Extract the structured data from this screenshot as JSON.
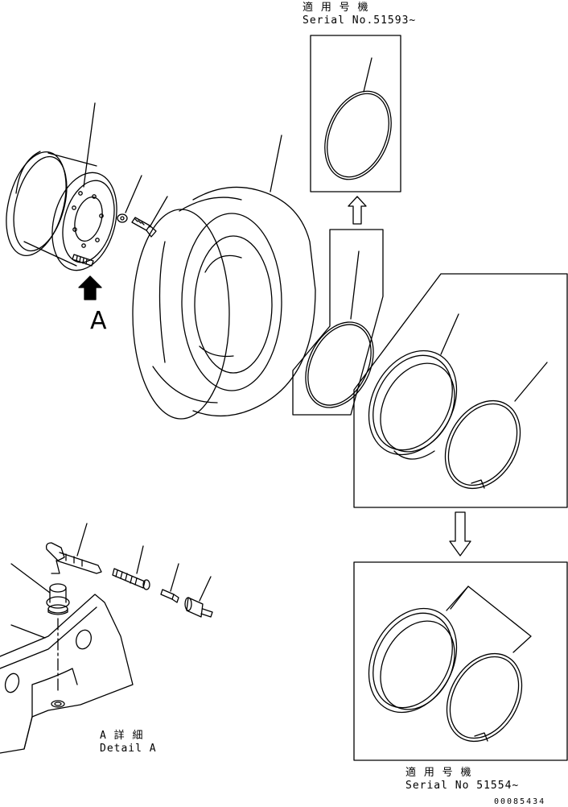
{
  "labels": {
    "serial_top_jp": "適 用 号 機",
    "serial_top": "Serial No.51593~",
    "view_a": "A",
    "detail_jp": "A 詳 細",
    "detail_en": "Detail A",
    "serial_bottom_jp": "適 用 号 機",
    "serial_bottom": "Serial No 51554~",
    "doc_id": "00085434"
  },
  "colors": {
    "line": "#000000",
    "background": "#ffffff"
  }
}
